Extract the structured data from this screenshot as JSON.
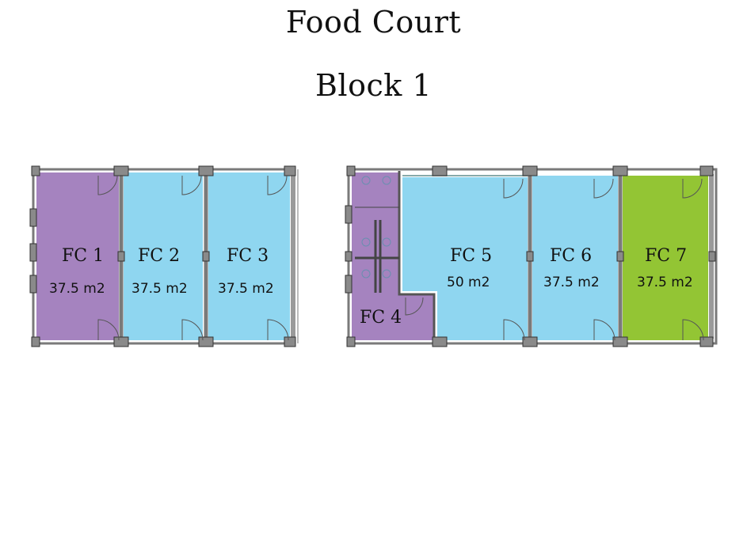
{
  "header": {
    "title": "Food Court",
    "subtitle": "Block 1"
  },
  "colors": {
    "purple": "#a583bf",
    "blue": "#8fd6f0",
    "green": "#93c534",
    "wall": "#7a7a7a"
  },
  "units": [
    {
      "id": "fc1",
      "label": "FC 1",
      "area": "37.5 m2",
      "color": "purple"
    },
    {
      "id": "fc2",
      "label": "FC 2",
      "area": "37.5 m2",
      "color": "blue"
    },
    {
      "id": "fc3",
      "label": "FC 3",
      "area": "37.5 m2",
      "color": "blue"
    },
    {
      "id": "fc4",
      "label": "FC 4",
      "area": "",
      "color": "purple"
    },
    {
      "id": "fc5",
      "label": "FC 5",
      "area": "50 m2",
      "color": "blue"
    },
    {
      "id": "fc6",
      "label": "FC 6",
      "area": "37.5 m2",
      "color": "blue"
    },
    {
      "id": "fc7",
      "label": "FC 7",
      "area": "37.5 m2",
      "color": "green"
    }
  ]
}
